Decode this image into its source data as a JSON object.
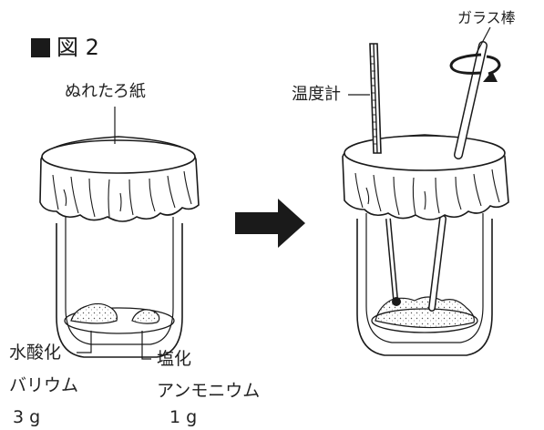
{
  "figure": {
    "title": "図 2"
  },
  "labels": {
    "wet_paper": "ぬれたろ紙",
    "thermometer": "温度計",
    "glass_rod": "ガラス棒",
    "barium_1": "水酸化",
    "barium_2": "バリウム",
    "barium_3": "3 g",
    "ammonium_1": "塩化",
    "ammonium_2": "アンモニウム",
    "ammonium_3": "1 g"
  }
}
